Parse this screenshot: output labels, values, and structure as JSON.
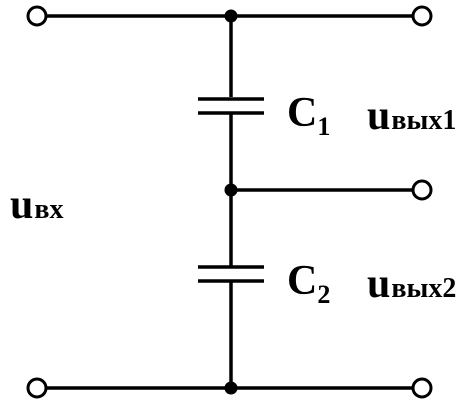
{
  "components": {
    "c1": {
      "letter": "C",
      "index": "1"
    },
    "c2": {
      "letter": "C",
      "index": "2"
    }
  },
  "voltages": {
    "input": {
      "symbol": "u",
      "subscript": "вх"
    },
    "output1": {
      "symbol": "u",
      "subscript": "вых1"
    },
    "output2": {
      "symbol": "u",
      "subscript": "вых2"
    }
  },
  "colors": {
    "line": "#000000",
    "background": "#ffffff"
  }
}
